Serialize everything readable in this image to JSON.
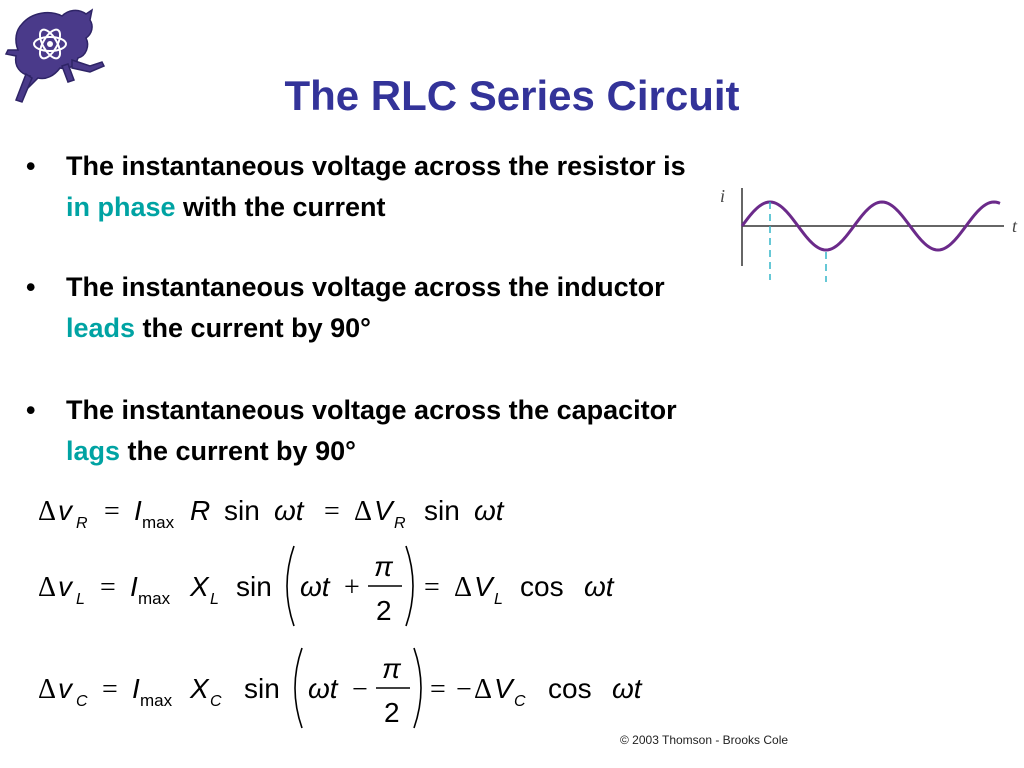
{
  "title": "The RLC Series Circuit",
  "bullets": [
    {
      "marker": "•",
      "pre": "The instantaneous voltage across the resistor is ",
      "highlight": "in phase",
      "post": " with the current"
    },
    {
      "marker": "•",
      "pre": "The instantaneous voltage across the inductor ",
      "highlight": "leads",
      "post": " the current by 90°"
    },
    {
      "marker": "•",
      "pre": "The instantaneous voltage across the capacitor ",
      "highlight": "lags",
      "post": " the current by 90°"
    }
  ],
  "graph": {
    "y_label": "i",
    "x_label": "t"
  },
  "equations": {
    "resistor": {
      "delta": "Δ",
      "v": "v",
      "sub_v": "R",
      "eq": "=",
      "I": "I",
      "max": "max",
      "factor": "R",
      "sin": "sin",
      "omega_t": "ωt",
      "eq2": "=",
      "delta2": "Δ",
      "V": "V",
      "sub_V": "R",
      "fn2": "sin",
      "omega_t2": "ωt"
    },
    "inductor": {
      "delta": "Δ",
      "v": "v",
      "sub_v": "L",
      "eq": "=",
      "I": "I",
      "max": "max",
      "factor": "X",
      "factor_sub": "L",
      "sin": "sin",
      "omega_t": "ωt",
      "op": "+",
      "pi": "π",
      "two": "2",
      "eq2": "=",
      "delta2": "Δ",
      "V": "V",
      "sub_V": "L",
      "fn2": "cos",
      "omega_t2": "ωt"
    },
    "capacitor": {
      "delta": "Δ",
      "v": "v",
      "sub_v": "C",
      "eq": "=",
      "I": "I",
      "max": "max",
      "factor": "X",
      "factor_sub": "C",
      "sin": "sin",
      "omega_t": "ωt",
      "op": "−",
      "pi": "π",
      "two": "2",
      "eq2": "=",
      "neg": "−",
      "delta2": "Δ",
      "V": "V",
      "sub_V": "C",
      "fn2": "cos",
      "omega_t2": "ωt"
    }
  },
  "copyright": "© 2003 Thomson - Brooks Cole",
  "colors": {
    "title": "#333399",
    "highlight": "#00a3a3",
    "wave": "#6b2a8a",
    "logo": "#4a3a8a"
  }
}
